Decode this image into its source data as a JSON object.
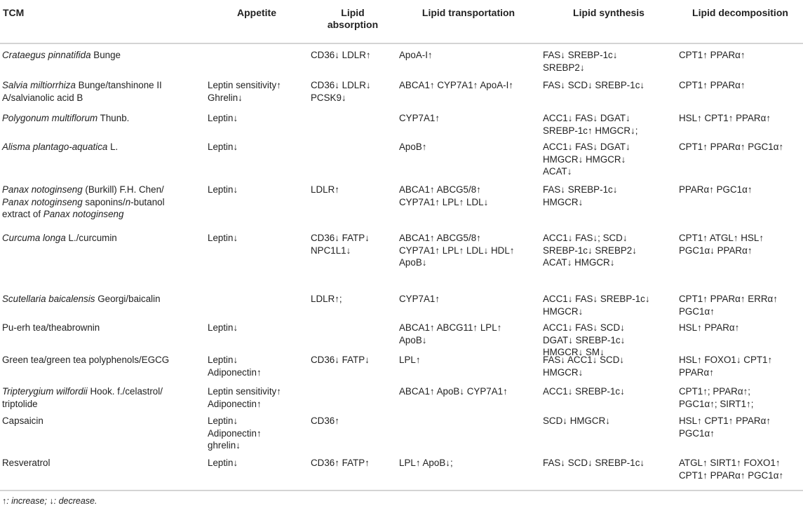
{
  "headers": [
    "TCM",
    "Appetite",
    "Lipid absorption",
    "Lipid transportation",
    "Lipid synthesis",
    "Lipid decomposition"
  ],
  "header_lines": [
    [
      "TCM"
    ],
    [
      "Appetite"
    ],
    [
      "Lipid",
      "absorption"
    ],
    [
      "Lipid transportation"
    ],
    [
      "Lipid synthesis"
    ],
    [
      "Lipid decomposition"
    ]
  ],
  "rows": [
    {
      "tcm": [
        [
          [
            "Crataegus pinnatifida",
            true
          ],
          [
            " Bunge",
            false
          ]
        ]
      ],
      "appetite": [],
      "absorption": [
        "CD36↓ LDLR↑"
      ],
      "transport": [
        "ApoA-I↑"
      ],
      "synthesis": [
        "FAS↓ SREBP-1c↓",
        "SREBP2↓"
      ],
      "decomposition": [
        "CPT1↑ PPARα↑"
      ]
    },
    {
      "tcm": [
        [
          [
            "Salvia miltiorrhiza",
            true
          ],
          [
            " Bunge/tanshinone II",
            false
          ]
        ],
        [
          [
            "A/salvianolic acid B",
            false
          ]
        ]
      ],
      "appetite": [
        "Leptin sensitivity↑",
        "Ghrelin↓"
      ],
      "absorption": [
        "CD36↓ LDLR↓",
        "PCSK9↓"
      ],
      "transport": [
        "ABCA1↑ CYP7A1↑ ApoA-I↑"
      ],
      "synthesis": [
        "FAS↓ SCD↓ SREBP-1c↓"
      ],
      "decomposition": [
        "CPT1↑ PPARα↑"
      ]
    },
    {
      "tcm": [
        [
          [
            "Polygonum multiflorum",
            true
          ],
          [
            " Thunb.",
            false
          ]
        ]
      ],
      "appetite": [
        "Leptin↓"
      ],
      "absorption": [],
      "transport": [
        "CYP7A1↑"
      ],
      "synthesis": [
        "ACC1↓ FAS↓ DGAT↓",
        "SREBP-1c↑ HMGCR↓;"
      ],
      "decomposition": [
        "HSL↑ CPT1↑ PPARα↑"
      ]
    },
    {
      "tcm": [
        [
          [
            "Alisma plantago-aquatica",
            true
          ],
          [
            " L.",
            false
          ]
        ]
      ],
      "appetite": [
        "Leptin↓"
      ],
      "absorption": [],
      "transport": [
        "ApoB↑"
      ],
      "synthesis": [
        "ACC1↓ FAS↓ DGAT↓",
        "HMGCR↓ HMGCR↓",
        "ACAT↓"
      ],
      "decomposition": [
        "CPT1↑ PPARα↑ PGC1α↑"
      ]
    },
    {
      "tcm": [
        [
          [
            "Panax notoginseng",
            true
          ],
          [
            " (Burkill) F.H. Chen/",
            false
          ]
        ],
        [
          [
            "Panax notoginseng",
            true
          ],
          [
            " saponins/",
            false
          ],
          [
            "n",
            true
          ],
          [
            "-butanol",
            false
          ]
        ],
        [
          [
            "extract of ",
            false
          ],
          [
            "Panax notoginseng",
            true
          ]
        ]
      ],
      "appetite": [
        "Leptin↓"
      ],
      "absorption": [
        "LDLR↑"
      ],
      "transport": [
        "ABCA1↑ ABCG5/8↑",
        "CYP7A1↑ LPL↑ LDL↓"
      ],
      "synthesis": [
        "FAS↓ SREBP-1c↓",
        "HMGCR↓"
      ],
      "decomposition": [
        "PPARα↑ PGC1α↑"
      ]
    },
    {
      "tcm": [
        [
          [
            "Curcuma longa",
            true
          ],
          [
            " L./curcumin",
            false
          ]
        ]
      ],
      "appetite": [
        "Leptin↓"
      ],
      "absorption": [
        "CD36↓ FATP↓",
        "NPC1L1↓"
      ],
      "transport": [
        "ABCA1↑ ABCG5/8↑",
        "CYP7A1↑ LPL↑ LDL↓ HDL↑",
        "ApoB↓"
      ],
      "synthesis": [
        "ACC1↓ FAS↓; SCD↓",
        "SREBP-1c↓ SREBP2↓",
        "ACAT↓ HMGCR↓"
      ],
      "decomposition": [
        "CPT1↑ ATGL↑ HSL↑",
        "PGC1α↓ PPARα↑"
      ]
    },
    {
      "tcm": [
        [
          [
            "Scutellaria baicalensis",
            true
          ],
          [
            " Georgi/baicalin",
            false
          ]
        ]
      ],
      "appetite": [],
      "absorption": [
        "LDLR↑;"
      ],
      "transport": [
        "CYP7A1↑"
      ],
      "synthesis": [
        "ACC1↓ FAS↓ SREBP-1c↓",
        "HMGCR↓"
      ],
      "decomposition": [
        "CPT1↑ PPARα↑ ERRα↑",
        "PGC1α↑"
      ]
    },
    {
      "tcm": [
        [
          [
            "Pu-erh tea/theabrownin",
            false
          ]
        ]
      ],
      "appetite": [
        "Leptin↓"
      ],
      "absorption": [],
      "transport": [
        "ABCA1↑ ABCG11↑ LPL↑",
        "ApoB↓"
      ],
      "synthesis": [
        "ACC1↓ FAS↓ SCD↓",
        "DGAT↓ SREBP-1c↓",
        "HMGCR↓ SM↓"
      ],
      "decomposition": [
        "HSL↑ PPARα↑"
      ]
    },
    {
      "tcm": [
        [
          [
            "Green tea/green tea polyphenols/EGCG",
            false
          ]
        ]
      ],
      "appetite": [
        "Leptin↓",
        "Adiponectin↑"
      ],
      "absorption": [
        "CD36↓ FATP↓"
      ],
      "transport": [
        "LPL↑"
      ],
      "synthesis": [
        "FAS↓ ACC1↓ SCD↓",
        "HMGCR↓"
      ],
      "decomposition": [
        "HSL↑ FOXO1↓ CPT1↑",
        "PPARα↑"
      ]
    },
    {
      "tcm": [
        [
          [
            "Tripterygium wilfordii",
            true
          ],
          [
            " Hook. f./celastrol/",
            false
          ]
        ],
        [
          [
            "triptolide",
            false
          ]
        ]
      ],
      "appetite": [
        "Leptin sensitivity↑",
        "Adiponectin↑"
      ],
      "absorption": [],
      "transport": [
        "ABCA1↑ ApoB↓ CYP7A1↑"
      ],
      "synthesis": [
        "ACC1↓ SREBP-1c↓"
      ],
      "decomposition": [
        "CPT1↑; PPARα↑;",
        "PGC1α↑; SIRT1↑;"
      ]
    },
    {
      "tcm": [
        [
          [
            "Capsaicin",
            false
          ]
        ]
      ],
      "appetite": [
        "Leptin↓",
        "Adiponectin↑",
        "ghrelin↓"
      ],
      "absorption": [
        "CD36↑"
      ],
      "transport": [],
      "synthesis": [
        "SCD↓ HMGCR↓"
      ],
      "decomposition": [
        "HSL↑ CPT1↑ PPARα↑",
        "PGC1α↑"
      ]
    },
    {
      "tcm": [
        [
          [
            "Resveratrol",
            false
          ]
        ]
      ],
      "appetite": [
        "Leptin↓"
      ],
      "absorption": [
        "CD36↑ FATP↑"
      ],
      "transport": [
        "LPL↑ ApoB↓;"
      ],
      "synthesis": [
        "FAS↓ SCD↓ SREBP-1c↓"
      ],
      "decomposition": [
        "ATGL↑ SIRT1↑ FOXO1↑",
        "CPT1↑ PPARα↑ PGC1α↑"
      ]
    }
  ],
  "footnote": "↑: increase; ↓: decrease."
}
